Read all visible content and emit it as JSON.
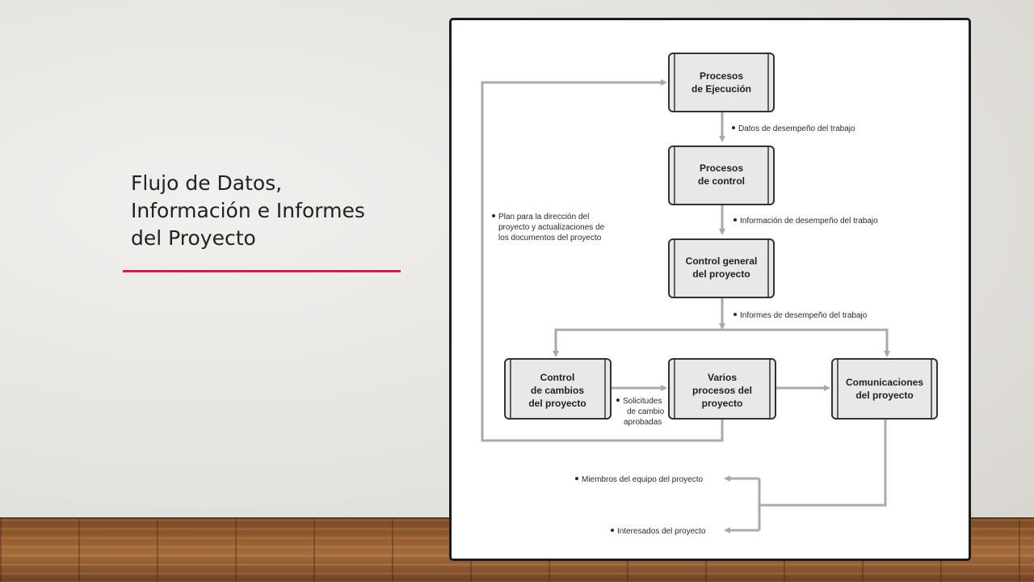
{
  "slide": {
    "title_lines": [
      "Flujo de Datos,",
      "Información e Informes",
      "del Proyecto"
    ],
    "accent_color": "#c8234a"
  },
  "diagram": {
    "boxes": {
      "ejecucion": [
        "Procesos",
        "de Ejecución"
      ],
      "control": [
        "Procesos",
        "de control"
      ],
      "control_general": [
        "Control general",
        "del proyecto"
      ],
      "cambios": [
        "Control",
        "de cambios",
        "del proyecto"
      ],
      "varios": [
        "Varios",
        "procesos del",
        "proyecto"
      ],
      "comunicaciones": [
        "Comunicaciones",
        "del proyecto"
      ]
    },
    "labels": {
      "datos": "Datos de desempeño del trabajo",
      "informacion": "Información de desempeño del trabajo",
      "informes": "Informes de desempeño del trabajo",
      "plan": [
        "Plan para la dirección del",
        "proyecto y actualizaciones de",
        "los documentos del proyecto"
      ],
      "solicitudes": [
        "Solicitudes",
        "de cambio",
        "aprobadas"
      ],
      "miembros": "Miembros del equipo del proyecto",
      "interesados": "Interesados del proyecto"
    }
  }
}
